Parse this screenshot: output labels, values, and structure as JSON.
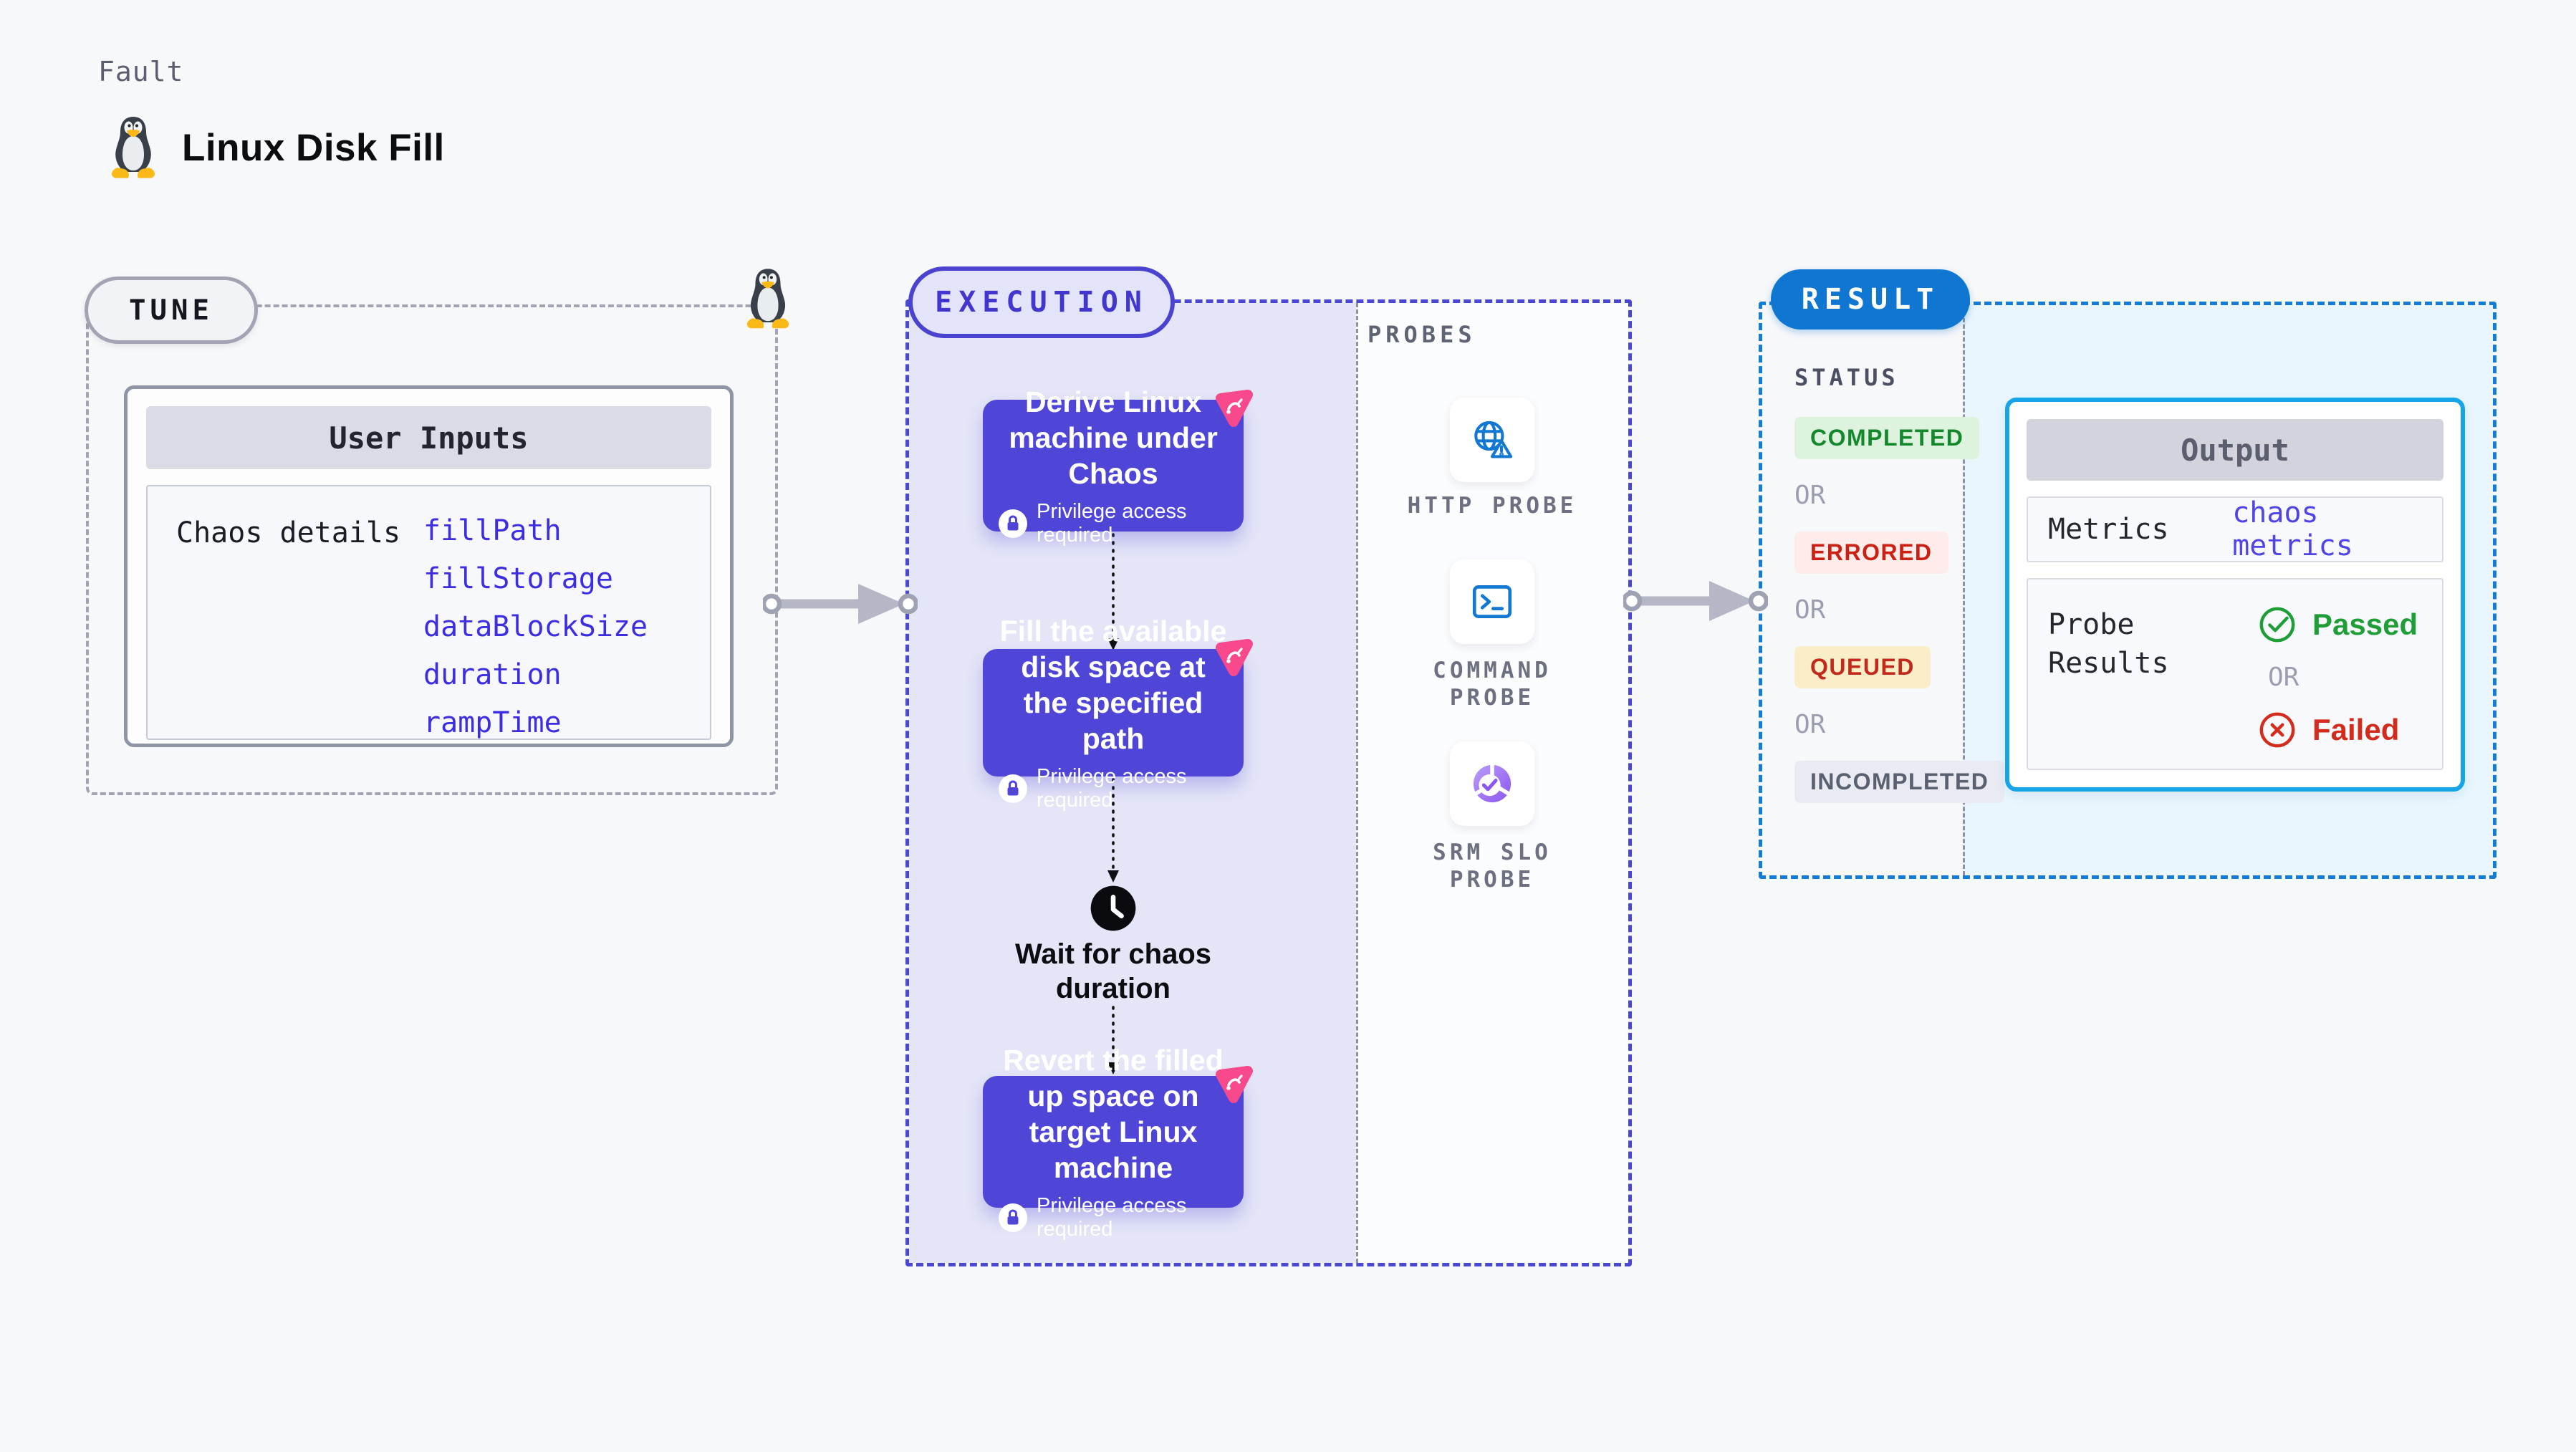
{
  "header": {
    "kicker": "Fault",
    "title": "Linux Disk Fill"
  },
  "tune": {
    "label": "TUNE",
    "card_header": "User Inputs",
    "row_label": "Chaos details",
    "inputs": [
      "fillPath",
      "fillStorage",
      "dataBlockSize",
      "duration",
      "rampTime"
    ]
  },
  "execution": {
    "label": "EXECUTION",
    "privilege_note": "Privilege access required",
    "steps": [
      {
        "title": "Derive Linux machine under Chaos"
      },
      {
        "title": "Fill the available disk space at the specified path"
      },
      {
        "title": "Revert the filled up space on target Linux machine"
      }
    ],
    "wait_label": "Wait for chaos duration"
  },
  "probes": {
    "label": "PROBES",
    "items": [
      {
        "name": "HTTP PROBE",
        "icon": "globe-alert-icon"
      },
      {
        "name": "COMMAND PROBE",
        "icon": "terminal-icon"
      },
      {
        "name": "SRM SLO PROBE",
        "icon": "slo-donut-check-icon"
      }
    ]
  },
  "result": {
    "label": "RESULT",
    "status_heading": "STATUS",
    "or_label": "OR",
    "statuses": [
      {
        "text": "COMPLETED",
        "fg": "#15872c",
        "bg": "#def3de"
      },
      {
        "text": "ERRORED",
        "fg": "#cb2114",
        "bg": "#fdecea"
      },
      {
        "text": "QUEUED",
        "fg": "#c2291b",
        "bg": "#faeec9"
      },
      {
        "text": "INCOMPLETED",
        "fg": "#596070",
        "bg": "#eaebf2"
      }
    ],
    "output": {
      "header": "Output",
      "metrics_label": "Metrics",
      "metrics_link": "chaos metrics",
      "probe_results_label": "Probe Results",
      "or_label": "OR",
      "passed_label": "Passed",
      "failed_label": "Failed"
    }
  },
  "colors": {
    "page_bg": "#f7f8fa",
    "execution_accent": "#4a43cf",
    "execution_zone_bg": "#e4e5f7",
    "step_bg": "#4f46d8",
    "chaos_badge_pink": "#f7498b",
    "tune_border_grey": "#a2a4b3",
    "arrow_grey": "#b5b7c7",
    "result_accent": "#0f76d2",
    "result_border_blue": "#147bd6",
    "output_border_cyan": "#18a5e8",
    "output_zone_bg": "#e9f6fd",
    "input_link_blue": "#3c2ee0",
    "metrics_link_indigo": "#5044e6",
    "probe_icon_blue": "#1278d2",
    "passed_green": "#1f9e37",
    "failed_red": "#d32b1c"
  }
}
